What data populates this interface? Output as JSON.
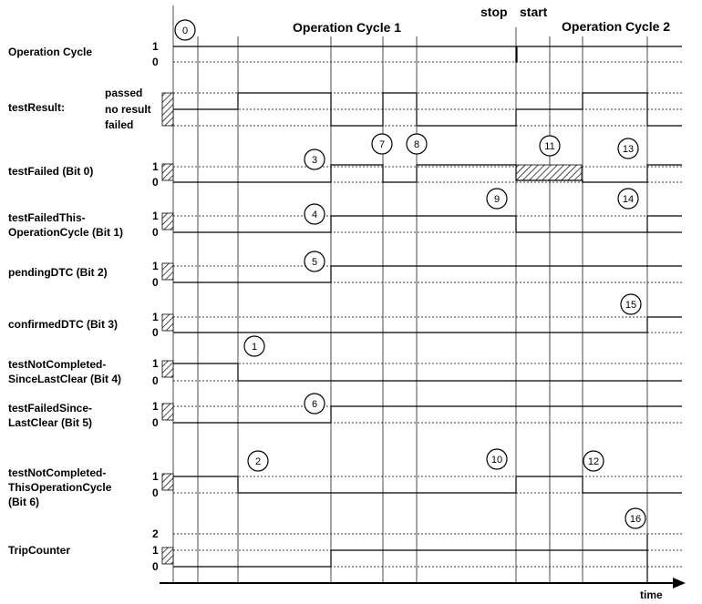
{
  "header": {
    "cycle1": "Operation Cycle 1",
    "cycle2": "Operation Cycle 2",
    "stop": "stop",
    "start": "start",
    "time": "time"
  },
  "result_levels": [
    "passed",
    "no result",
    "failed"
  ],
  "signals": [
    {
      "id": "operation-cycle",
      "lines": [
        "Operation Cycle"
      ]
    },
    {
      "id": "test-result",
      "lines": [
        "testResult:"
      ]
    },
    {
      "id": "test-failed",
      "lines": [
        "testFailed (Bit 0)"
      ]
    },
    {
      "id": "test-failed-this-op-cycle",
      "lines": [
        "testFailedThis-",
        "OperationCycle (Bit 1)"
      ]
    },
    {
      "id": "pending-dtc",
      "lines": [
        "pendingDTC (Bit 2)"
      ]
    },
    {
      "id": "confirmed-dtc",
      "lines": [
        "confirmedDTC (Bit 3)"
      ]
    },
    {
      "id": "test-not-completed-since-last-clear",
      "lines": [
        "testNotCompleted-",
        "SinceLastClear (Bit 4)"
      ]
    },
    {
      "id": "test-failed-since-last-clear",
      "lines": [
        "testFailedSince-",
        "LastClear (Bit 5)"
      ]
    },
    {
      "id": "test-not-completed-this-op-cycle",
      "lines": [
        "testNotCompleted-",
        "ThisOperationCycle",
        "(Bit 6)"
      ]
    },
    {
      "id": "trip-counter",
      "lines": [
        "TripCounter"
      ]
    }
  ],
  "level_labels": {
    "one": "1",
    "zero": "0",
    "two": "2"
  },
  "markers": [
    "0",
    "1",
    "2",
    "3",
    "4",
    "5",
    "6",
    "7",
    "8",
    "9",
    "10",
    "11",
    "12",
    "13",
    "14",
    "15",
    "16"
  ]
}
